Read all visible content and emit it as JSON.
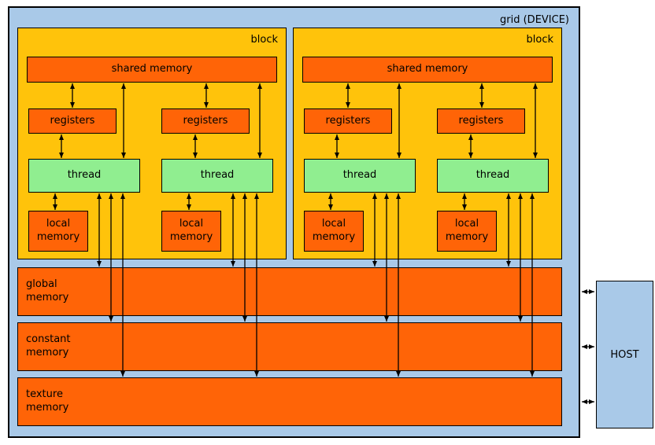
{
  "device": {
    "label": "grid (DEVICE)"
  },
  "blocks": [
    {
      "label": "block",
      "shared_memory": "shared memory",
      "columns": [
        {
          "registers": "registers",
          "thread": "thread",
          "local_memory": "local memory"
        },
        {
          "registers": "registers",
          "thread": "thread",
          "local_memory": "local memory"
        }
      ]
    },
    {
      "label": "block",
      "shared_memory": "shared memory",
      "columns": [
        {
          "registers": "registers",
          "thread": "thread",
          "local_memory": "local memory"
        },
        {
          "registers": "registers",
          "thread": "thread",
          "local_memory": "local memory"
        }
      ]
    }
  ],
  "device_memories": [
    {
      "label": "global memory"
    },
    {
      "label": "constant memory"
    },
    {
      "label": "texture memory"
    }
  ],
  "host": {
    "label": "HOST"
  },
  "colors": {
    "device": "#a9c9e8",
    "block": "#ffc30b",
    "memory": "#ff6407",
    "thread": "#90ee90",
    "border": "#000000"
  }
}
